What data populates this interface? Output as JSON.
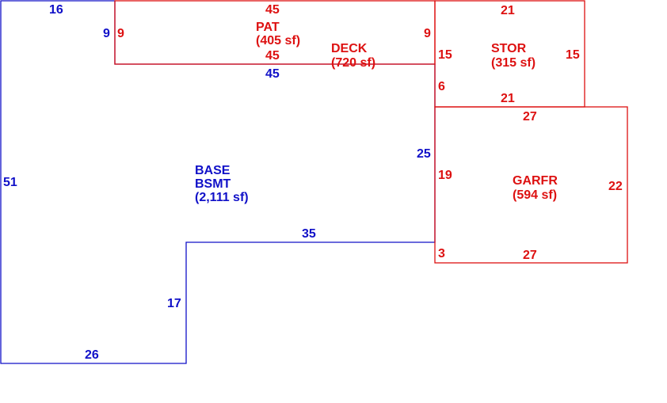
{
  "colors": {
    "main_area": "#1010c8",
    "addition": "#dd1111",
    "background": "#ffffff"
  },
  "areas": {
    "base": {
      "code": "BASE",
      "name": "BSMT",
      "area": "(2,111 sf)"
    },
    "patio": {
      "code": "PAT",
      "area": "(405 sf)"
    },
    "deck": {
      "code": "DECK",
      "area": "(720 sf)"
    },
    "storage": {
      "code": "STOR",
      "area": "(315 sf)"
    },
    "garage": {
      "code": "GARFR",
      "area": "(594 sf)"
    }
  },
  "dimensions": {
    "base_top": "16",
    "base_left": "51",
    "base_bottom": "26",
    "base_step_vertical": "17",
    "base_step_horizontal": "35",
    "base_right": "25",
    "base_notch_left": "9",
    "base_notch_bottom": "45",
    "patio_top": "45",
    "patio_bottom": "45",
    "patio_left": "9",
    "patio_right": "9",
    "storage_top": "21",
    "storage_bottom": "21",
    "storage_left": "15",
    "storage_right": "15",
    "deck_seg_6": "6",
    "garage_top": "27",
    "garage_bottom": "27",
    "garage_left": "19",
    "garage_right": "22",
    "garage_seg_3": "3"
  }
}
